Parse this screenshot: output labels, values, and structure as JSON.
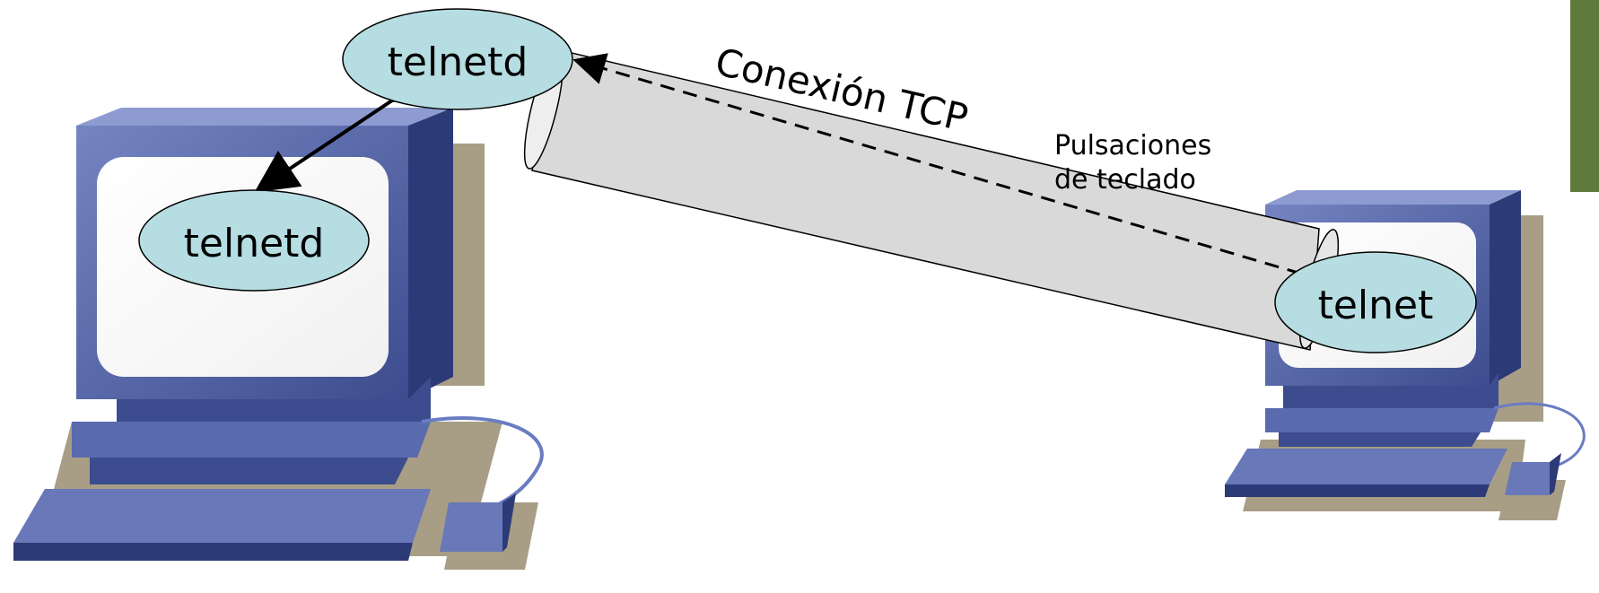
{
  "connection": {
    "label": "Conexión TCP",
    "data_label_line1": "Pulsaciones",
    "data_label_line2": "de teclado"
  },
  "server": {
    "master_daemon": "telnetd",
    "child_daemon": "telnetd"
  },
  "client": {
    "process": "telnet"
  },
  "colors": {
    "monitor_frame": "#4a5a9c",
    "monitor_dark": "#2c3a78",
    "screen": "#ffffff",
    "shadow": "#a79e85",
    "process_fill": "#b6dde2",
    "tunnel_fill": "#d9d9d9",
    "corner_accent": "#5e7a3c"
  },
  "icons": [
    "desktop-computer-icon",
    "desktop-computer-icon"
  ]
}
